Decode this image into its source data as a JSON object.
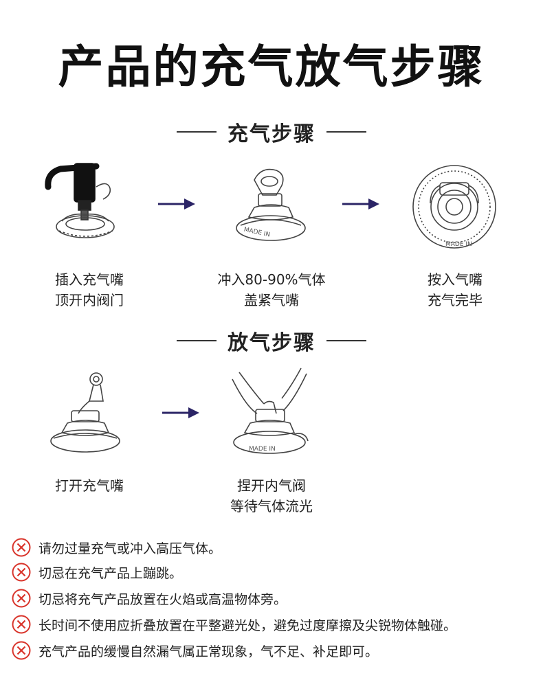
{
  "title": "产品的充气放气步骤",
  "inflate": {
    "heading": "充气步骤",
    "steps": [
      {
        "line1": "插入充气嘴",
        "line2": "顶开内阀门"
      },
      {
        "line1": "冲入80-90%气体",
        "line2": "盖紧气嘴"
      },
      {
        "line1": "按入气嘴",
        "line2": "充气完毕"
      }
    ]
  },
  "deflate": {
    "heading": "放气步骤",
    "steps": [
      {
        "line1": "打开充气嘴",
        "line2": ""
      },
      {
        "line1": "捏开内气阀",
        "line2": "等待气体流光"
      }
    ]
  },
  "valve_marking": "MADE IN",
  "notes": [
    "请勿过量充气或冲入高压气体。",
    "切忌在充气产品上蹦跳。",
    "切忌将充气产品放置在火焰或高温物体旁。",
    "长时间不使用应折叠放置在平整避光处，避免过度摩擦及尖锐物体触碰。",
    "充气产品的缓慢自然漏气属正常现象，气不足、补足即可。"
  ],
  "colors": {
    "arrow": "#2b2466",
    "warning": "#d9342b",
    "text": "#222222"
  }
}
